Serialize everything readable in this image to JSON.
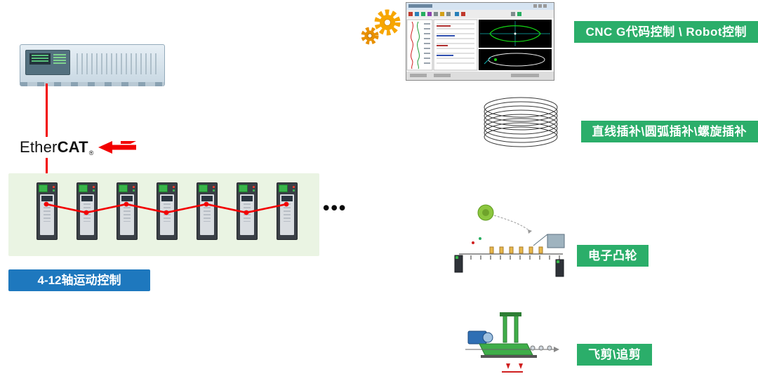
{
  "left": {
    "ethercat": {
      "part1": "Ether",
      "part2": "CAT",
      "reg": "®"
    },
    "axis_label": "4-12轴运动控制",
    "ellipsis": "•••"
  },
  "right": {
    "rows": [
      {
        "label": "CNC G代码控制 \\ Robot控制"
      },
      {
        "label": "直线插补\\圆弧插补\\螺旋插补"
      },
      {
        "label": "电子凸轮"
      },
      {
        "label": "飞剪\\追剪"
      }
    ]
  },
  "illustrations": [
    "gear-icon",
    "cnc-software-screenshot",
    "spiral-coil-drawing",
    "electronic-cam-production-line",
    "flying-shear-machine"
  ],
  "colors": {
    "accent_green": "#2BAE6A",
    "accent_blue": "#1E78BE",
    "cable_red": "#F20000",
    "panel_green": "#EAF4E3"
  }
}
